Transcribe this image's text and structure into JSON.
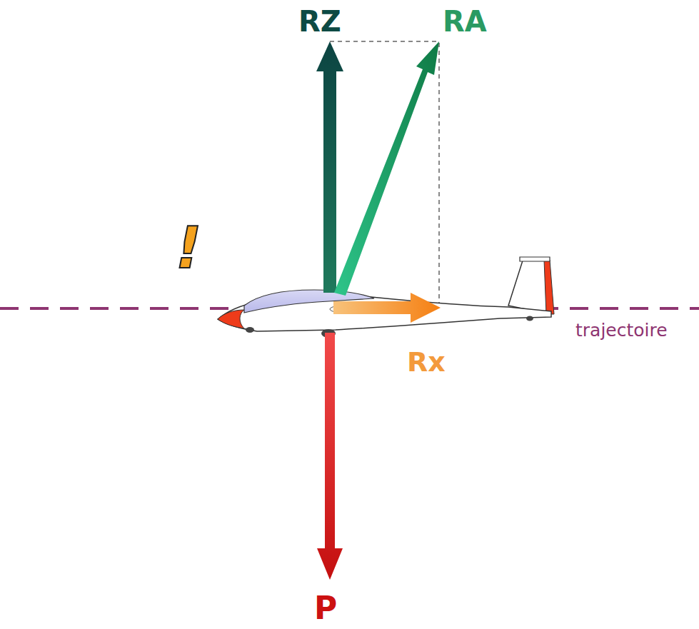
{
  "diagram": {
    "labels": [
      "RZ",
      "RA",
      "Rx",
      "P",
      "trajectoire",
      "!"
    ]
  }
}
